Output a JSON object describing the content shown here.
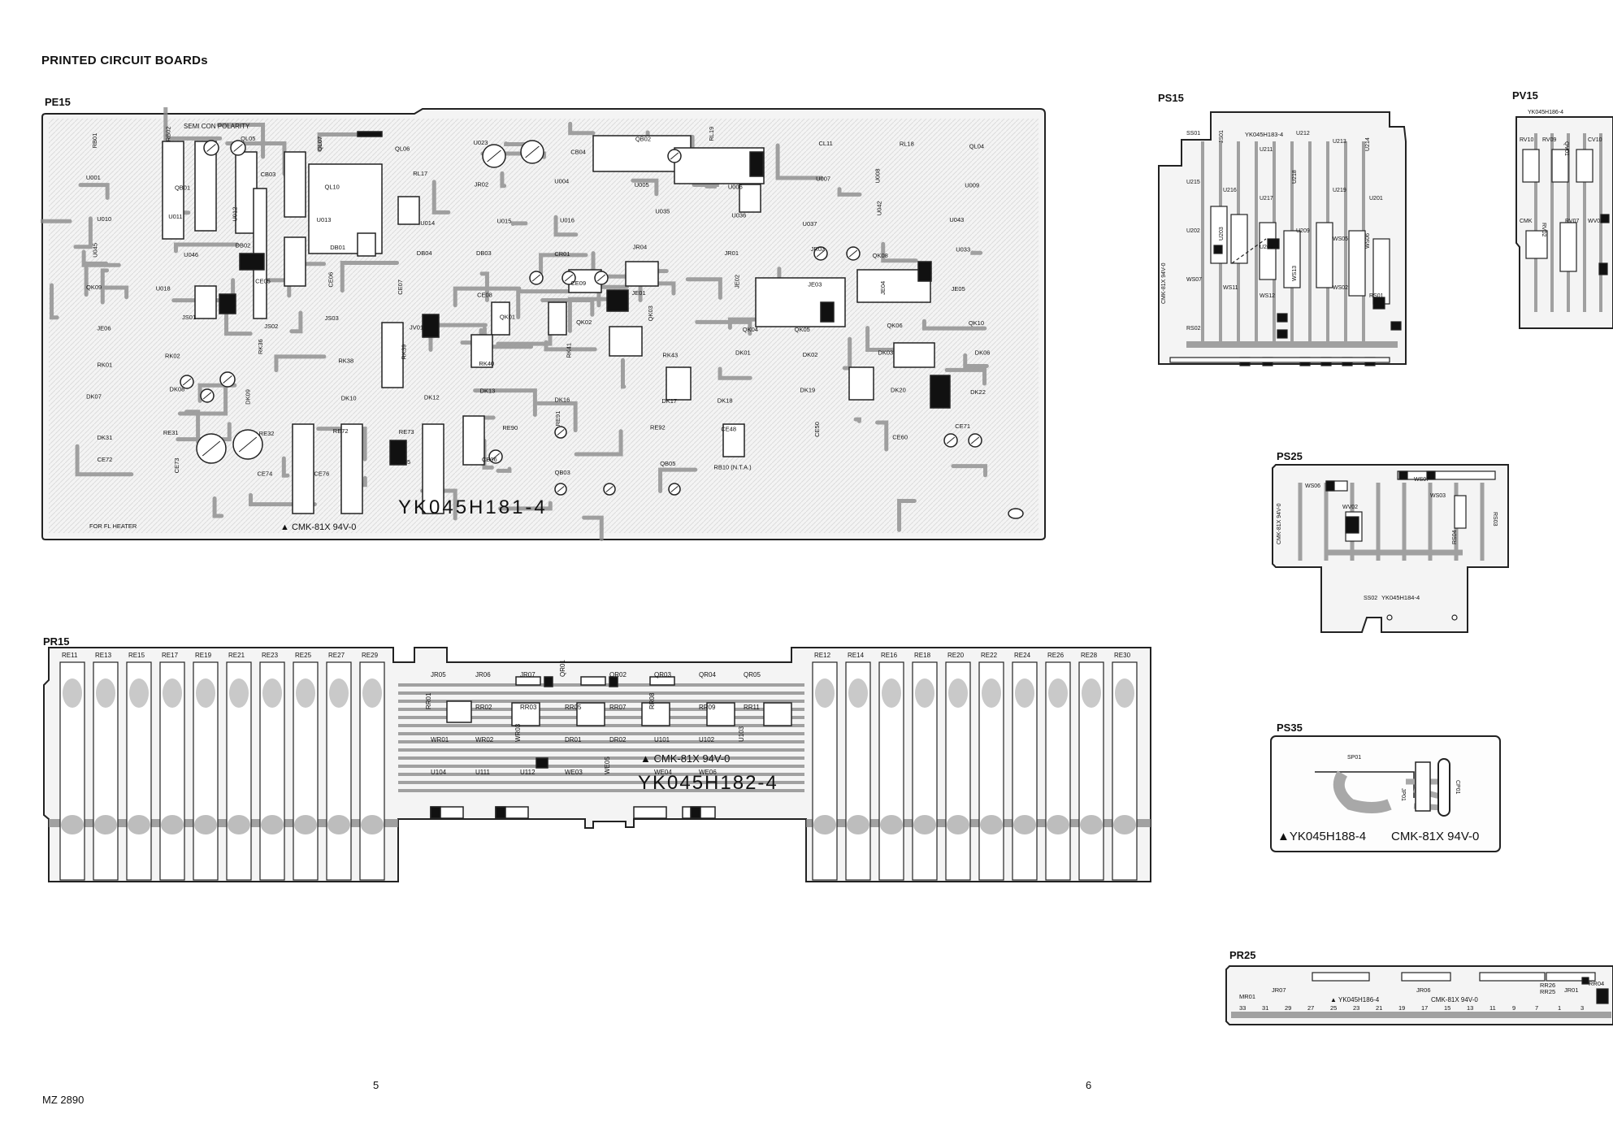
{
  "page": {
    "title": "PRINTED CIRCUIT BOARDs",
    "model": "MZ 2890",
    "page_numbers": [
      "5",
      "6"
    ]
  },
  "boards": {
    "pe15": {
      "label": "PE15",
      "part_no": "YK045H181-4",
      "material": "▲ CMK-81X 94V-0",
      "note_top": "SEMI CON POLARITY",
      "note_heater": "FOR FL HEATER",
      "components": [
        "RB01",
        "RB02",
        "QL05",
        "QL07",
        "QL06",
        "U023",
        "CB04",
        "QB02",
        "RL19",
        "CL11",
        "RL18",
        "QL04",
        "U001",
        "QB01",
        "CB03",
        "QL10",
        "RL17",
        "JR02",
        "U004",
        "U005",
        "U006",
        "U007",
        "U008",
        "U009",
        "U010",
        "U011",
        "U012",
        "U013",
        "U014",
        "U015",
        "U016",
        "U035",
        "U036",
        "U037",
        "U042",
        "U043",
        "U045",
        "U046",
        "DB02",
        "DB01",
        "DB04",
        "DB03",
        "CR01",
        "JR04",
        "JR01",
        "JR03",
        "QK08",
        "U033",
        "QK09",
        "U018",
        "CE05",
        "CE06",
        "CE07",
        "CE08",
        "CE09",
        "JE01",
        "JE02",
        "JE03",
        "JE04",
        "JE05",
        "JE06",
        "JS01",
        "JS02",
        "JS03",
        "JV01",
        "QK01",
        "QK02",
        "QK03",
        "QK04",
        "QK05",
        "QK06",
        "QK10",
        "RK01",
        "RK02",
        "RK36",
        "RK38",
        "RK39",
        "RK40",
        "RK41",
        "RK43",
        "DK01",
        "DK02",
        "DK03",
        "DK06",
        "DK07",
        "DK08",
        "DK09",
        "DK10",
        "DK12",
        "DK13",
        "DK16",
        "DK17",
        "DK18",
        "DK19",
        "DK20",
        "DK22",
        "DK31",
        "RE31",
        "RE32",
        "RE72",
        "RE73",
        "RE90",
        "RE91",
        "RE92",
        "CE48",
        "CE50",
        "CE60",
        "CE71",
        "CE72",
        "CE73",
        "CE74",
        "CE76",
        "CB05",
        "CB06",
        "QB03",
        "QB05",
        "RB10 (N.T.A.)"
      ]
    },
    "pr15": {
      "label": "PR15",
      "part_no": "YK045H182-4",
      "material": "▲ CMK-81X 94V-0",
      "left_headers": [
        "RE11",
        "RE13",
        "RE15",
        "RE17",
        "RE19",
        "RE21",
        "RE23",
        "RE25",
        "RE27",
        "RE29"
      ],
      "right_headers": [
        "RE12",
        "RE14",
        "RE16",
        "RE18",
        "RE20",
        "RE22",
        "RE24",
        "RE26",
        "RE28",
        "RE30"
      ],
      "components": [
        "JR05",
        "JR06",
        "JR07",
        "QR01",
        "QR02",
        "QR03",
        "QR04",
        "QR05",
        "RR01",
        "RR02",
        "RR03",
        "RR05",
        "RR07",
        "RR08",
        "RR09",
        "RR11",
        "WR01",
        "WR02",
        "WR03",
        "DR01",
        "DR02",
        "U101",
        "U102",
        "U103",
        "U104",
        "U111",
        "U112",
        "WE03",
        "WE05",
        "WE04",
        "WE06"
      ]
    },
    "ps15": {
      "label": "PS15",
      "part_no": "YK045H183-4",
      "material": "CMK-81X 94V-0",
      "components": [
        "SS01",
        "JS01",
        "U211",
        "U212",
        "U213",
        "U214",
        "U215",
        "U216",
        "U217",
        "U218",
        "U219",
        "U201",
        "U202",
        "U203",
        "U205",
        "U209",
        "WS05",
        "WS06",
        "WS07",
        "WS11",
        "WS12",
        "WS13",
        "WS02",
        "RS01",
        "RS02"
      ]
    },
    "pv15": {
      "label": "PV15",
      "part_no": "YK045H186-4",
      "components": [
        "RV10",
        "RV09",
        "QV01",
        "CV10",
        "CMK",
        "RV02",
        "RV07",
        "WV02"
      ]
    },
    "ps25": {
      "label": "PS25",
      "part_no": "YK045H184-4",
      "material": "CMK-81X 94V-0",
      "components": [
        "WS06",
        "WS07",
        "WS03",
        "WV02",
        "RS04",
        "RS03",
        "SS02"
      ]
    },
    "ps35": {
      "label": "PS35",
      "part_no": "▲YK045H188-4",
      "material": "CMK-81X 94V-0",
      "components": [
        "SP01",
        "JP01",
        "CP01"
      ]
    },
    "pr25": {
      "label": "PR25",
      "part_no": "▲ YK045H186-4",
      "material": "CMK-81X 94V-0",
      "components": [
        "MR01",
        "JR07",
        "JR06",
        "RR26",
        "RR25",
        "JR01",
        "RR04"
      ],
      "pin_numbers": [
        "33",
        "31",
        "29",
        "27",
        "25",
        "23",
        "21",
        "19",
        "17",
        "15",
        "13",
        "11",
        "9",
        "7",
        "1",
        "3"
      ]
    }
  },
  "colors": {
    "board_fill": "#f2f2f2",
    "trace": "#9a9a9a",
    "ink": "#111111"
  }
}
